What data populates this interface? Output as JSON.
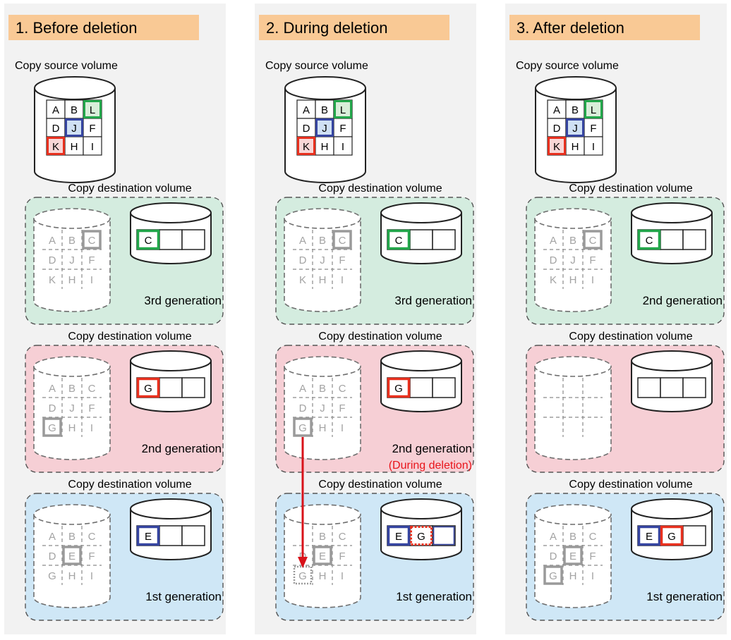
{
  "panels": [
    {
      "title": "1. Before deletion",
      "source_label": "Copy source volume",
      "source_grid": [
        "A",
        "B",
        "L",
        "D",
        "J",
        "F",
        "K",
        "H",
        "I"
      ],
      "destinations": [
        {
          "label": "Copy destination volume",
          "bg": "#d4ecdf",
          "generation": "3rd generation",
          "ghost_grid": [
            "A",
            "B",
            "C",
            "D",
            "J",
            "F",
            "K",
            "H",
            "I"
          ],
          "ghost_highlight": [
            "C"
          ],
          "slots": [
            {
              "letter": "C",
              "color": "#22a64a"
            }
          ]
        },
        {
          "label": "Copy destination volume",
          "bg": "#f6cfd5",
          "generation": "2nd generation",
          "ghost_grid": [
            "A",
            "B",
            "C",
            "D",
            "J",
            "F",
            "G",
            "H",
            "I"
          ],
          "ghost_highlight": [
            "G"
          ],
          "slots": [
            {
              "letter": "G",
              "color": "#e8301e"
            }
          ]
        },
        {
          "label": "Copy destination volume",
          "bg": "#cfe7f6",
          "generation": "1st generation",
          "ghost_grid": [
            "A",
            "B",
            "C",
            "D",
            "E",
            "F",
            "G",
            "H",
            "I"
          ],
          "ghost_highlight": [
            "E"
          ],
          "slots": [
            {
              "letter": "E",
              "color": "#3544a0"
            }
          ]
        }
      ]
    },
    {
      "title": "2. During deletion",
      "source_label": "Copy source volume",
      "source_grid": [
        "A",
        "B",
        "L",
        "D",
        "J",
        "F",
        "K",
        "H",
        "I"
      ],
      "destinations": [
        {
          "label": "Copy destination volume",
          "bg": "#d4ecdf",
          "generation": "3rd generation",
          "ghost_grid": [
            "A",
            "B",
            "C",
            "D",
            "J",
            "F",
            "K",
            "H",
            "I"
          ],
          "ghost_highlight": [
            "C"
          ],
          "slots": [
            {
              "letter": "C",
              "color": "#22a64a"
            }
          ]
        },
        {
          "label": "Copy destination volume",
          "bg": "#f6cfd5",
          "generation": "2nd generation",
          "note": "(During deletion)",
          "ghost_grid": [
            "A",
            "B",
            "C",
            "D",
            "J",
            "F",
            "G",
            "H",
            "I"
          ],
          "ghost_highlight": [
            "G"
          ],
          "slots": [
            {
              "letter": "G",
              "color": "#e8301e"
            }
          ]
        },
        {
          "label": "Copy destination volume",
          "bg": "#cfe7f6",
          "generation": "1st generation",
          "ghost_grid": [
            "",
            "B",
            "C",
            "D",
            "E",
            "F",
            "G",
            "H",
            "I"
          ],
          "ghost_highlight": [
            "E"
          ],
          "ghost_dotted": [
            "G"
          ],
          "slots": [
            {
              "letter": "E",
              "color": "#3544a0"
            },
            {
              "letter": "G",
              "color": "#e8301e",
              "style": "dotted"
            },
            {
              "letter": "",
              "color": "#3544a0",
              "style": "thin"
            }
          ]
        }
      ]
    },
    {
      "title": "3. After deletion",
      "source_label": "Copy source volume",
      "source_grid": [
        "A",
        "B",
        "L",
        "D",
        "J",
        "F",
        "K",
        "H",
        "I"
      ],
      "destinations": [
        {
          "label": "Copy destination volume",
          "bg": "#d4ecdf",
          "generation": "2nd generation",
          "ghost_grid": [
            "A",
            "B",
            "C",
            "D",
            "J",
            "F",
            "K",
            "H",
            "I"
          ],
          "ghost_highlight": [
            "C"
          ],
          "slots": [
            {
              "letter": "C",
              "color": "#22a64a"
            }
          ]
        },
        {
          "label": "Copy destination volume",
          "bg": "#f6cfd5",
          "generation": "",
          "ghost_grid": [
            "",
            "",
            "",
            "",
            "",
            "",
            "",
            "",
            ""
          ],
          "ghost_highlight": [],
          "slots": []
        },
        {
          "label": "Copy destination volume",
          "bg": "#cfe7f6",
          "generation": "1st generation",
          "ghost_grid": [
            "A",
            "B",
            "C",
            "D",
            "E",
            "F",
            "G",
            "H",
            "I"
          ],
          "ghost_highlight": [
            "E",
            "G"
          ],
          "slots": [
            {
              "letter": "E",
              "color": "#3544a0"
            },
            {
              "letter": "G",
              "color": "#e8301e"
            }
          ]
        }
      ]
    }
  ],
  "source_colors": {
    "L": "#22a64a",
    "J": "#3544a0",
    "K": "#e8301e"
  },
  "source_fills": {
    "L": "#d8eed9",
    "J": "#cfe0f4",
    "K": "#f8d6d6"
  },
  "colors": {
    "title_bg": "#f9c995",
    "panel_bg": "#f2f2f2",
    "arrow": "#d8121a"
  }
}
